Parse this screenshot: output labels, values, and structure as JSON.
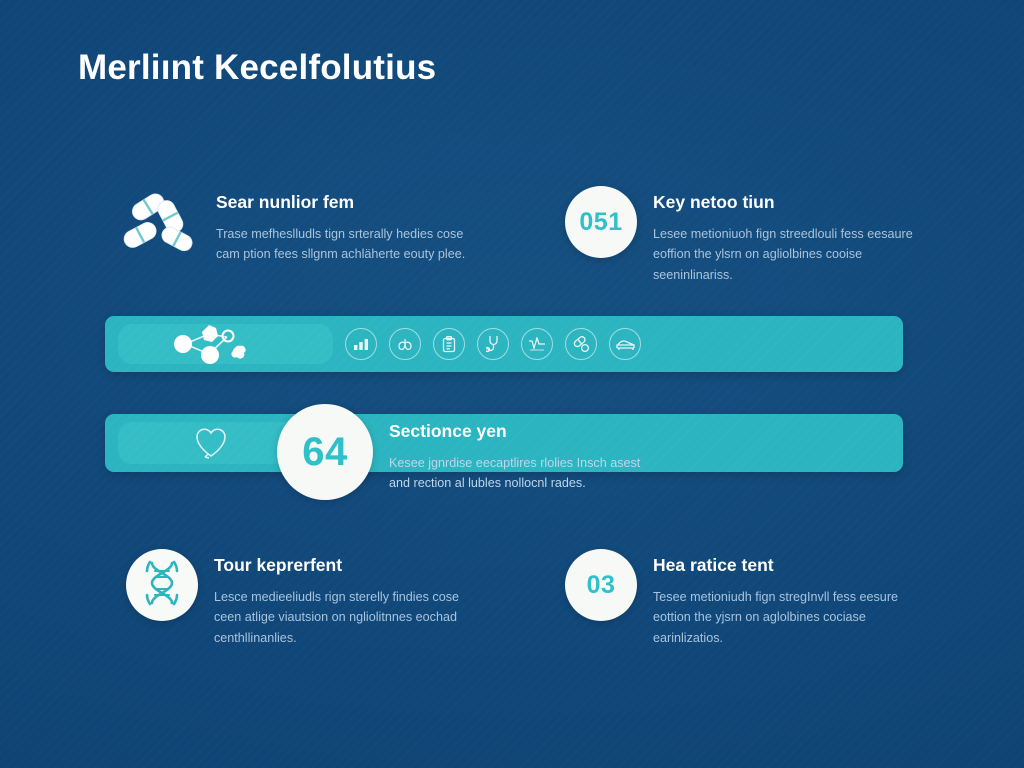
{
  "poster": {
    "title": "Merliınt Kecelfolutius",
    "background_color": "#0e4574",
    "accent_color": "#2cb5c0",
    "badge_text_color": "#2fc0c9",
    "body_text_color": "#a9c4dd"
  },
  "features": [
    {
      "id": "pills-feature",
      "icon": "pills-icon",
      "heading": "Sear nunlior fem",
      "body": "Trase mefheslludls tign srterally hedies cose cam ption fees sllgnm achläherte eouty plee."
    },
    {
      "id": "key-feature",
      "badge": "051",
      "heading": "Key netoo tiun",
      "body": "Lesee metioniuoh fign streedlouli fess eesaure eoffion the ylsrn on agliolbines cooise seeninlinariss."
    },
    {
      "id": "section-feature",
      "badge": "64",
      "heading": "Sectionce yen",
      "body": "Kesee jgnrdise eecaptlires rlolies Insch asest and rection al lubles nollocnl rades."
    },
    {
      "id": "dna-feature",
      "icon": "dna-icon",
      "heading": "Tour keprerfent",
      "body": "Lesce medieeliudls rign sterelly findies cose ceen atlige viautsion on ngliolitnnes eochad centhllinanlies."
    },
    {
      "id": "practice-feature",
      "badge": "03",
      "heading": "Hea ratice tent",
      "body": "Tesee metioniudh fign stregInvll fess eesure eottion the yjsrn on aglolbines cociase earinlizatios."
    }
  ],
  "bars": [
    {
      "id": "molecule-bar",
      "icon": "molecule-icon",
      "ring_icons": [
        "bar-chart-icon",
        "lungs-icon",
        "clipboard-icon",
        "stethoscope-icon",
        "pulse-icon",
        "capsules-icon",
        "hospital-bed-icon"
      ]
    },
    {
      "id": "heart-bar",
      "icon": "heart-icon"
    }
  ]
}
